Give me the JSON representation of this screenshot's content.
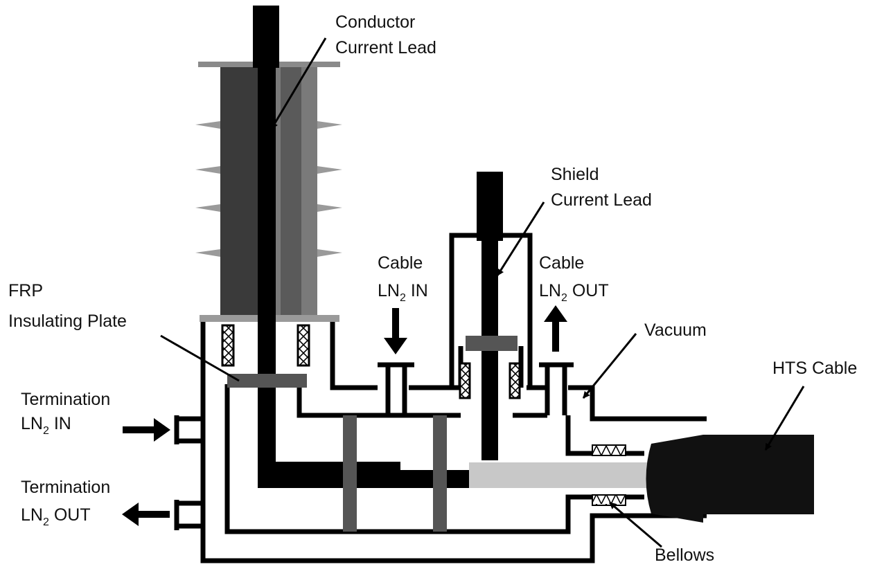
{
  "labels": {
    "conductor_current_lead": [
      "Conductor",
      "Current Lead"
    ],
    "shield_current_lead": [
      "Shield",
      "Current Lead"
    ],
    "frp_insulating_plate": [
      "FRP",
      "Insulating Plate"
    ],
    "cable_ln2_in": {
      "line1": "Cable",
      "pre": "LN",
      "sub": "2",
      "post": " IN"
    },
    "cable_ln2_out": {
      "line1": "Cable",
      "pre": "LN",
      "sub": "2",
      "post": " OUT"
    },
    "termination_ln2_in": {
      "line1": "Termination",
      "pre": "LN",
      "sub": "2",
      "post": " IN"
    },
    "termination_ln2_out": {
      "line1": "Termination",
      "pre": "LN",
      "sub": "2",
      "post": " OUT"
    },
    "vacuum": "Vacuum",
    "hts_cable": "HTS Cable",
    "bellows": "Bellows"
  },
  "colors": {
    "line": "#000000",
    "insulator_dark": "#3a3a3a",
    "insulator_mid": "#555555",
    "insulator_light": "#7a7a7a",
    "plate": "#555555",
    "cable_core": "#c8c8c8",
    "cable_jacket": "#111111",
    "background": "#ffffff"
  }
}
